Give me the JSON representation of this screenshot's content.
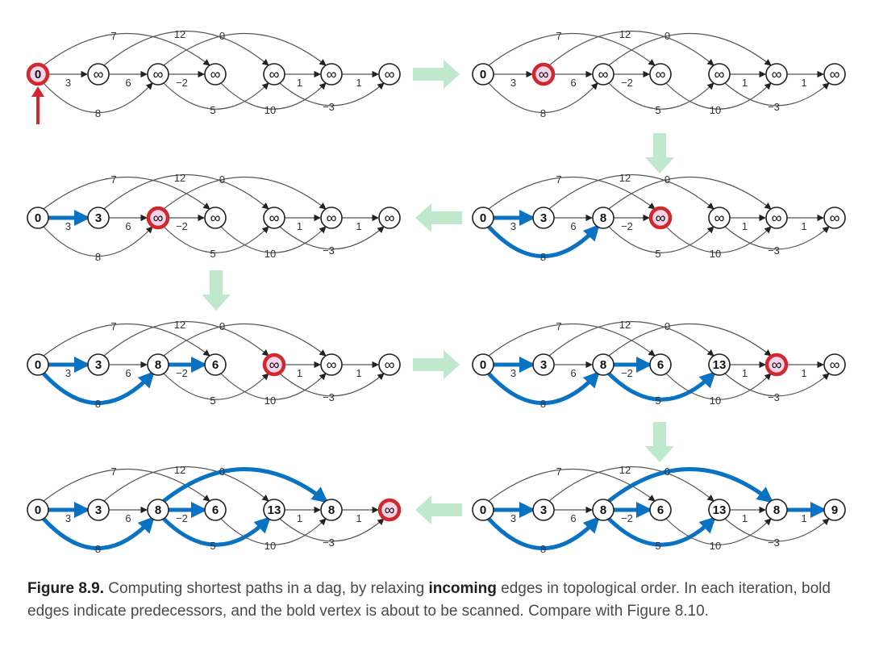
{
  "colors": {
    "edge": "#555555",
    "bold_edge": "#0a72c2",
    "active_vertex_ring": "#d0282c",
    "active_vertex_fill": "#f3d4e8",
    "vertex_stroke": "#222222",
    "flow_arrow": "#bfe8cc",
    "start_arrow": "#d0282c"
  },
  "edges": [
    {
      "from": 0,
      "to": 1,
      "label": "3"
    },
    {
      "from": 1,
      "to": 2,
      "label": "6"
    },
    {
      "from": 2,
      "to": 3,
      "label": "−2"
    },
    {
      "from": 4,
      "to": 5,
      "label": "1"
    },
    {
      "from": 5,
      "to": 6,
      "label": "1"
    },
    {
      "from": 0,
      "to": 3,
      "label": "7"
    },
    {
      "from": 1,
      "to": 4,
      "label": "12"
    },
    {
      "from": 2,
      "to": 5,
      "label": "0"
    },
    {
      "from": 0,
      "to": 2,
      "label": "8"
    },
    {
      "from": 2,
      "to": 4,
      "label": "5"
    },
    {
      "from": 3,
      "to": 5,
      "label": "10"
    },
    {
      "from": 4,
      "to": 6,
      "label": "−3"
    }
  ],
  "panels": [
    {
      "distances": [
        "0",
        "∞",
        "∞",
        "∞",
        "∞",
        "∞",
        "∞"
      ],
      "active": 0,
      "bold": [],
      "start_arrow": true
    },
    {
      "distances": [
        "0",
        "∞",
        "∞",
        "∞",
        "∞",
        "∞",
        "∞"
      ],
      "active": 1,
      "bold": []
    },
    {
      "distances": [
        "0",
        "3",
        "∞",
        "∞",
        "∞",
        "∞",
        "∞"
      ],
      "active": 2,
      "bold": [
        0
      ]
    },
    {
      "distances": [
        "0",
        "3",
        "8",
        "∞",
        "∞",
        "∞",
        "∞"
      ],
      "active": 3,
      "bold": [
        0,
        8
      ]
    },
    {
      "distances": [
        "0",
        "3",
        "8",
        "6",
        "∞",
        "∞",
        "∞"
      ],
      "active": 4,
      "bold": [
        0,
        8,
        2
      ]
    },
    {
      "distances": [
        "0",
        "3",
        "8",
        "6",
        "13",
        "∞",
        "∞"
      ],
      "active": 5,
      "bold": [
        0,
        8,
        2,
        9
      ]
    },
    {
      "distances": [
        "0",
        "3",
        "8",
        "6",
        "13",
        "8",
        "∞"
      ],
      "active": 6,
      "bold": [
        0,
        8,
        2,
        9,
        7
      ]
    },
    {
      "distances": [
        "0",
        "3",
        "8",
        "6",
        "13",
        "8",
        "9"
      ],
      "active": -1,
      "bold": [
        0,
        8,
        2,
        9,
        7,
        4
      ]
    }
  ],
  "caption": {
    "label": "Figure 8.9.",
    "text_before": " Computing shortest paths in a dag, by relaxing ",
    "bold_word": "incoming",
    "text_after": " edges in topological order. In each iteration, bold edges indicate predecessors, and the bold vertex is about to be scanned. Compare with Figure 8.10."
  }
}
